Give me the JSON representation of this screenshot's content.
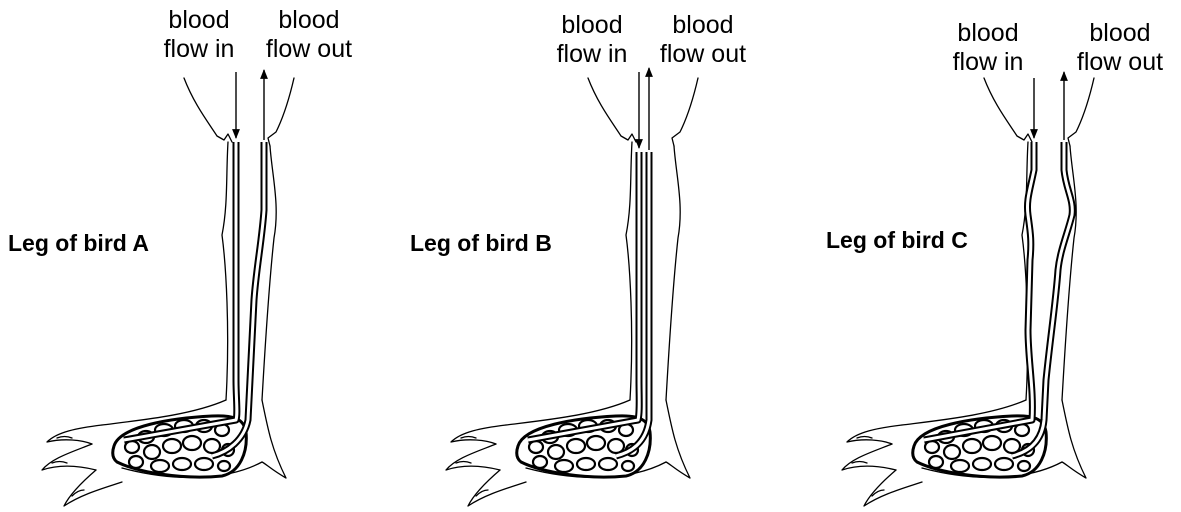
{
  "figure": {
    "panels": [
      {
        "leg_label": "Leg of bird A",
        "in_line1": "blood",
        "in_line2": "flow in",
        "out_line1": "blood",
        "out_line2": "flow out"
      },
      {
        "leg_label": "Leg of bird B",
        "in_line1": "blood",
        "in_line2": "flow in",
        "out_line1": "blood",
        "out_line2": "flow out"
      },
      {
        "leg_label": "Leg of bird C",
        "in_line1": "blood",
        "in_line2": "flow in",
        "out_line1": "blood",
        "out_line2": "flow out"
      }
    ],
    "colors": {
      "ink": "#000000",
      "background": "#ffffff"
    }
  }
}
